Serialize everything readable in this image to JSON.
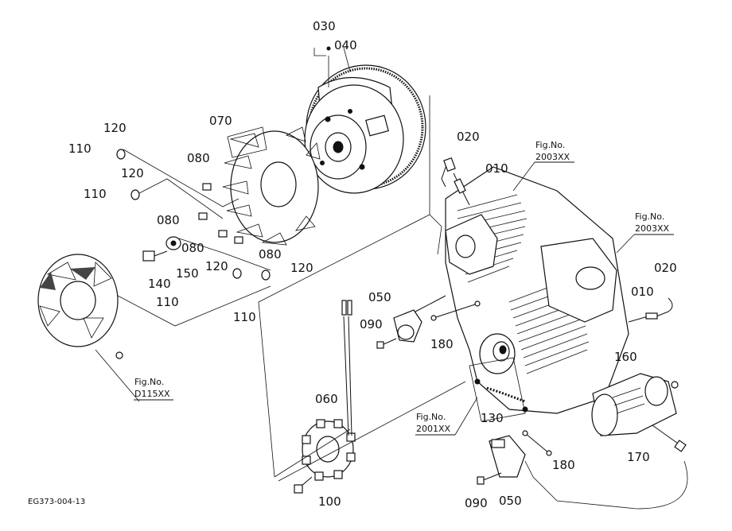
{
  "labels": {
    "p030": "030",
    "p040": "040",
    "p070": "070",
    "p080_a": "080",
    "p080_b": "080",
    "p080_c": "080",
    "p080_d": "080",
    "p110_a": "110",
    "p110_b": "110",
    "p110_c": "110",
    "p110_d": "110",
    "p120_a": "120",
    "p120_b": "120",
    "p120_c": "120",
    "p120_d": "120",
    "p140": "140",
    "p150": "150",
    "p020_a": "020",
    "p020_b": "020",
    "p010_a": "010",
    "p010_b": "010",
    "p050_a": "050",
    "p050_b": "050",
    "p090_a": "090",
    "p090_b": "090",
    "p180_a": "180",
    "p180_b": "180",
    "p060": "060",
    "p100": "100",
    "p130": "130",
    "p160": "160",
    "p170": "170"
  },
  "fig_refs": {
    "fig_no_text": "Fig.No.",
    "ref_top": "2003XX",
    "ref_right": "2003XX",
    "ref_center": "2001XX",
    "ref_left": "D115XX"
  },
  "drawing_code": "EG373-004-13"
}
